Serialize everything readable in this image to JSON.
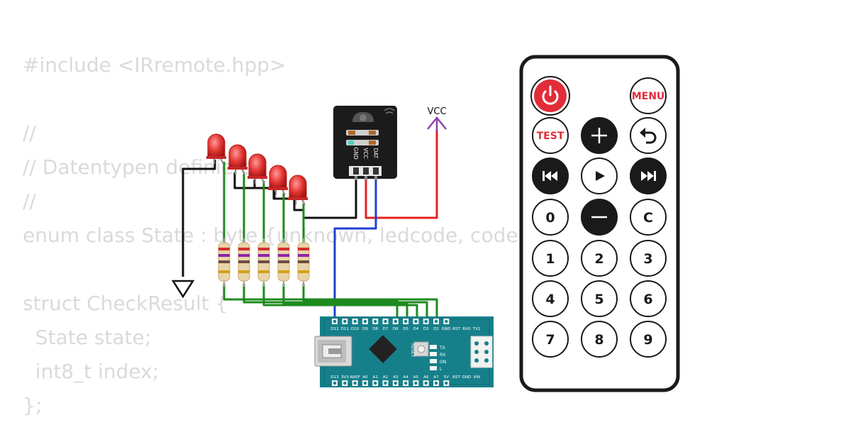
{
  "code_lines": [
    "#include <IRremote.hpp>",
    "",
    "//",
    "// Datentypen definieren",
    "//",
    "enum class State : byte {unknown, ledcode, code};",
    "",
    "struct CheckResult {",
    "  State state;",
    "  int8_t index;",
    "};"
  ],
  "vcc_label": "VCC",
  "ir_receiver": {
    "pins": [
      "GND",
      "VCC",
      "DAT"
    ]
  },
  "nano": {
    "top_pins": [
      "D12",
      "D11",
      "D10",
      "D9",
      "D8",
      "D7",
      "D6",
      "D5",
      "D4",
      "D3",
      "D2",
      "GND",
      "RST",
      "RX0",
      "TX1"
    ],
    "bottom_pins": [
      "D13",
      "3V3",
      "AREF",
      "A0",
      "A1",
      "A2",
      "A3",
      "A4",
      "A5",
      "A6",
      "A7",
      "5V",
      "RST",
      "GND",
      "VIN"
    ],
    "reset_label": "RESET",
    "led_labels": [
      "TX",
      "RX",
      "ON",
      "L"
    ]
  },
  "remote": {
    "buttons": [
      {
        "id": "power",
        "kind": "icon",
        "icon": "power-icon",
        "style": "red"
      },
      {
        "id": "menu",
        "kind": "text",
        "label": "MENU",
        "style": "outline-red"
      },
      {
        "id": "test",
        "kind": "text",
        "label": "TEST",
        "style": "outline-red"
      },
      {
        "id": "plus",
        "kind": "icon",
        "icon": "plus-icon",
        "style": "dark"
      },
      {
        "id": "back",
        "kind": "icon",
        "icon": "back-arrow-icon",
        "style": "outline"
      },
      {
        "id": "prev",
        "kind": "icon",
        "icon": "rewind-icon",
        "style": "dark"
      },
      {
        "id": "play",
        "kind": "icon",
        "icon": "play-icon",
        "style": "outline"
      },
      {
        "id": "next",
        "kind": "icon",
        "icon": "fast-forward-icon",
        "style": "dark"
      },
      {
        "id": "0",
        "kind": "text",
        "label": "0",
        "style": "outline"
      },
      {
        "id": "minus",
        "kind": "icon",
        "icon": "minus-icon",
        "style": "dark"
      },
      {
        "id": "c",
        "kind": "text",
        "label": "C",
        "style": "outline"
      },
      {
        "id": "1",
        "kind": "text",
        "label": "1",
        "style": "outline"
      },
      {
        "id": "2",
        "kind": "text",
        "label": "2",
        "style": "outline"
      },
      {
        "id": "3",
        "kind": "text",
        "label": "3",
        "style": "outline"
      },
      {
        "id": "4",
        "kind": "text",
        "label": "4",
        "style": "outline"
      },
      {
        "id": "5",
        "kind": "text",
        "label": "5",
        "style": "outline"
      },
      {
        "id": "6",
        "kind": "text",
        "label": "6",
        "style": "outline"
      },
      {
        "id": "7",
        "kind": "text",
        "label": "7",
        "style": "outline"
      },
      {
        "id": "8",
        "kind": "text",
        "label": "8",
        "style": "outline"
      },
      {
        "id": "9",
        "kind": "text",
        "label": "9",
        "style": "outline"
      }
    ]
  },
  "colors": {
    "code_text": "#dadada",
    "wire_gnd": "#111111",
    "wire_vcc": "#e52222",
    "wire_signal": "#2040d0",
    "wire_led": "#1e8a1e",
    "vcc_arrow": "#8e44ad",
    "led": "#e33333",
    "board": "#16808a",
    "remote_accent": "#e12d39",
    "remote_dark": "#1a1a1a"
  }
}
